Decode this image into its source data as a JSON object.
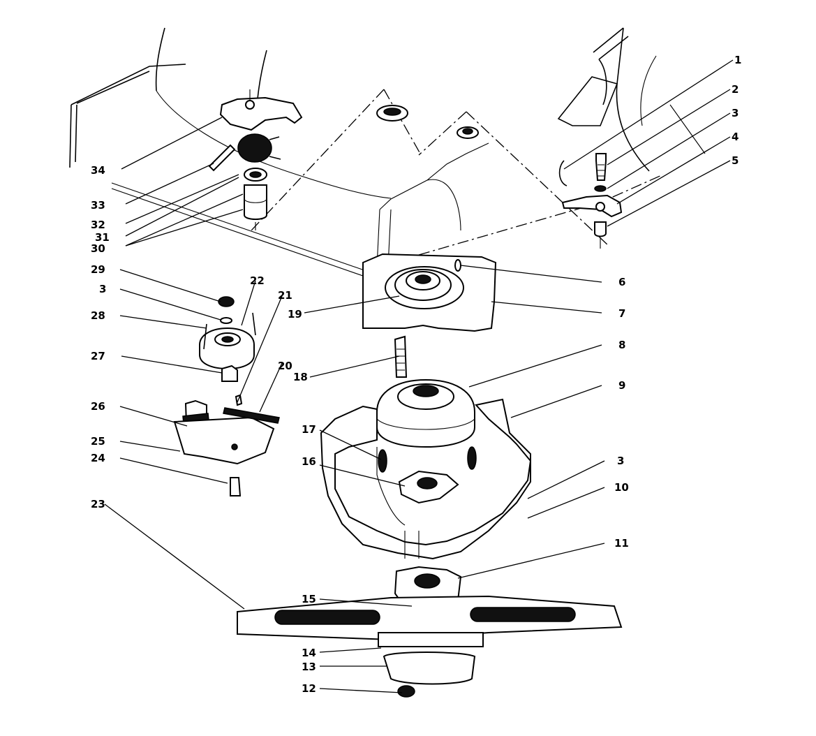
{
  "callouts": [
    {
      "id": "c1",
      "label": "1"
    },
    {
      "id": "c2",
      "label": "2"
    },
    {
      "id": "c3a",
      "label": "3"
    },
    {
      "id": "c4",
      "label": "4"
    },
    {
      "id": "c5",
      "label": "5"
    },
    {
      "id": "c6",
      "label": "6"
    },
    {
      "id": "c7",
      "label": "7"
    },
    {
      "id": "c8",
      "label": "8"
    },
    {
      "id": "c9",
      "label": "9"
    },
    {
      "id": "c3b",
      "label": "3"
    },
    {
      "id": "c10",
      "label": "10"
    },
    {
      "id": "c11",
      "label": "11"
    },
    {
      "id": "c12",
      "label": "12"
    },
    {
      "id": "c13",
      "label": "13"
    },
    {
      "id": "c14",
      "label": "14"
    },
    {
      "id": "c15",
      "label": "15"
    },
    {
      "id": "c16",
      "label": "16"
    },
    {
      "id": "c17",
      "label": "17"
    },
    {
      "id": "c18",
      "label": "18"
    },
    {
      "id": "c19",
      "label": "19"
    },
    {
      "id": "c20",
      "label": "20"
    },
    {
      "id": "c21",
      "label": "21"
    },
    {
      "id": "c22",
      "label": "22"
    },
    {
      "id": "c23",
      "label": "23"
    },
    {
      "id": "c24",
      "label": "24"
    },
    {
      "id": "c25",
      "label": "25"
    },
    {
      "id": "c26",
      "label": "26"
    },
    {
      "id": "c27",
      "label": "27"
    },
    {
      "id": "c28",
      "label": "28"
    },
    {
      "id": "c3c",
      "label": "3"
    },
    {
      "id": "c29",
      "label": "29"
    },
    {
      "id": "c30",
      "label": "30"
    },
    {
      "id": "c31",
      "label": "31"
    },
    {
      "id": "c32",
      "label": "32"
    },
    {
      "id": "c33",
      "label": "33"
    },
    {
      "id": "c34",
      "label": "34"
    }
  ]
}
